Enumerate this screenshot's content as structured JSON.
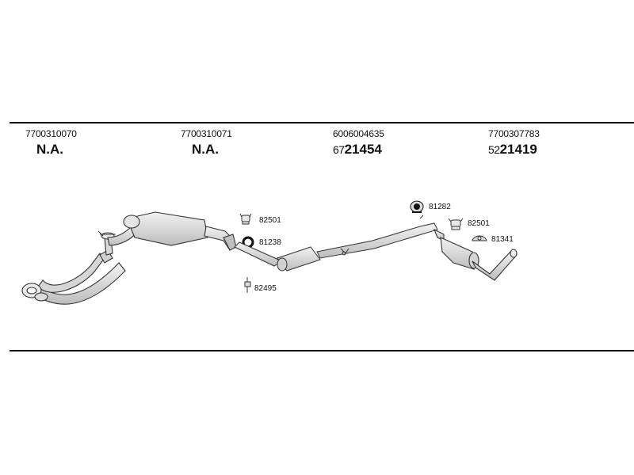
{
  "header_columns": [
    {
      "oem": "7700310070",
      "prefix": "",
      "number": "N.A."
    },
    {
      "oem": "7700310071",
      "prefix": "",
      "number": "N.A."
    },
    {
      "oem": "6006004635",
      "prefix": "67",
      "number": "21454"
    },
    {
      "oem": "7700307783",
      "prefix": "52",
      "number": "21419"
    }
  ],
  "parts": {
    "clamp_left": "82501",
    "ring_seal": "81238",
    "bracket_pin": "82495",
    "rubber_mount": "81282",
    "clamp_right": "82501",
    "hanger": "81341"
  },
  "colors": {
    "line": "#111111",
    "part_fill": "#e6e6e6",
    "part_stroke": "#333333"
  }
}
